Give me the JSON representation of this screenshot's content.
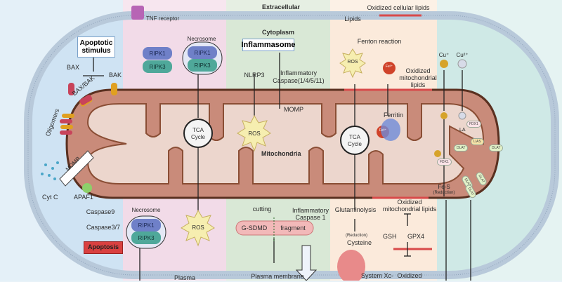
{
  "regions": {
    "extracellular": "Extracellular",
    "cytoplasm": "Cytoplasm",
    "mitochondria": "Mitochondria",
    "plasma_membrane": "Plasma membrane",
    "plasma_cut": "Plasma"
  },
  "apoptosis": {
    "stimulus": "Apoptotic stimulus",
    "bax": "BAX",
    "bak": "BAK",
    "bax_bak": "BAX/BAK",
    "oligomers": "Oligomers",
    "momp": "MOMP",
    "cytc": "Cyt C",
    "apaf1": "APAF1",
    "casp9": "Caspase9",
    "casp37": "Caspase3/7",
    "outcome": "Apoptosis"
  },
  "necroptosis": {
    "tnf": "TNF receptor",
    "ripk1": "RIPK1",
    "ripk3": "RIPK3",
    "necrosome": "Necrosome",
    "tca1": "TCA",
    "tca2": "Cycle",
    "ros": "ROS"
  },
  "pyroptosis": {
    "inflammasome": "Inflammasome",
    "nlrp3": "NLRP3",
    "inflam_casp": "Inflammatory",
    "inflam_casp2": "Caspase(1/4/5/11)",
    "momp": "MOMP",
    "ros": "ROS",
    "cutting": "cutting",
    "casp1a": "Inflammatory",
    "casp1b": "Caspase 1",
    "gsdmd": "G-SDMD",
    "fragment": "fragment"
  },
  "ferroptosis": {
    "ox_cell_lipids": "Oxidized cellular lipids",
    "lipids": "Lipids",
    "fenton": "Fenton reaction",
    "ros": "ROS",
    "fe": "Fe³⁺",
    "ox_mito1": "Oxidized",
    "ox_mito2": "mitochondrial",
    "ox_mito3": "lipids",
    "ferritin": "Ferritin",
    "tca1": "TCA",
    "tca2": "Cycle",
    "glutaminolysis": "Glutaminolysis",
    "ox_ml1": "Oxidized",
    "ox_ml2": "mitochondrial lipids",
    "reduction": "(Reduction)",
    "cysteine": "Cysteine",
    "gsh": "GSH",
    "gpx4": "GPX4",
    "system_xc": "System Xc-",
    "oxidized_bottom": "Oxidized"
  },
  "cuproptosis": {
    "cu1": "Cu⁺",
    "cu2": "Cu²⁺",
    "fdx1": "FDX1",
    "la": "LA",
    "lias": "LIAS",
    "dlat": "DLAT",
    "fes": "Fe-S",
    "fes_red": "(Reduction)"
  },
  "colors": {
    "apoptosis_bg": "#cfe3f3",
    "necroptosis_bg": "#f2dbe8",
    "pyroptosis_bg": "#d9e8d6",
    "ferroptosis_bg": "#fbeadb",
    "cuproptosis_bg": "#cfe9e6",
    "mito_membrane": "#c98b7a",
    "apoptosis_box": "#d94040"
  }
}
